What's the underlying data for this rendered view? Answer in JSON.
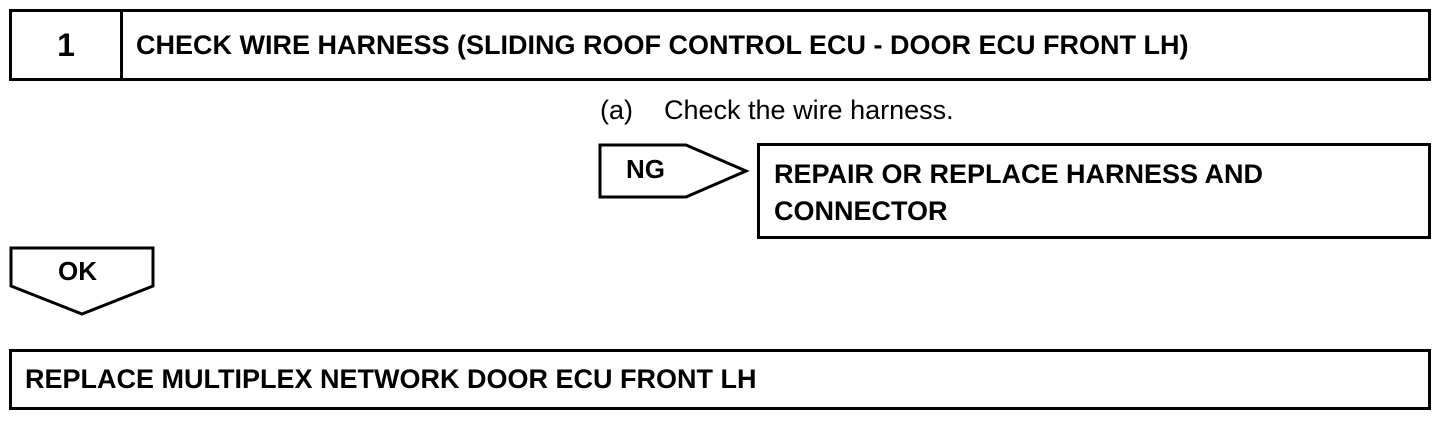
{
  "step": {
    "number": "1",
    "title": "CHECK WIRE HARNESS (SLIDING ROOF CONTROL ECU - DOOR ECU FRONT LH)"
  },
  "instruction": {
    "label": "(a)",
    "text": "Check the wire harness."
  },
  "ng": {
    "label": "NG",
    "action_line1": "REPAIR OR REPLACE HARNESS AND",
    "action_line2": "CONNECTOR"
  },
  "ok": {
    "label": "OK"
  },
  "result": {
    "text": "REPLACE MULTIPLEX NETWORK DOOR ECU FRONT LH"
  }
}
